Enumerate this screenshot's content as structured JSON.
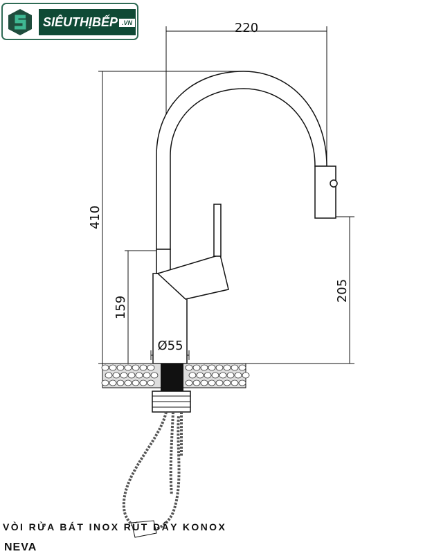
{
  "logo": {
    "text": "SIÊUTHỊBẾP",
    "suffix": ".VN",
    "brand_color": "#0f4a35"
  },
  "dimensions": {
    "width_top": "220",
    "height_total": "410",
    "height_body": "159",
    "height_outlet": "205",
    "diameter": "Ø55"
  },
  "product": {
    "title": "VÒI RỬA BÁT INOX RÚT DÂY KONOX",
    "model": "NEVA"
  }
}
